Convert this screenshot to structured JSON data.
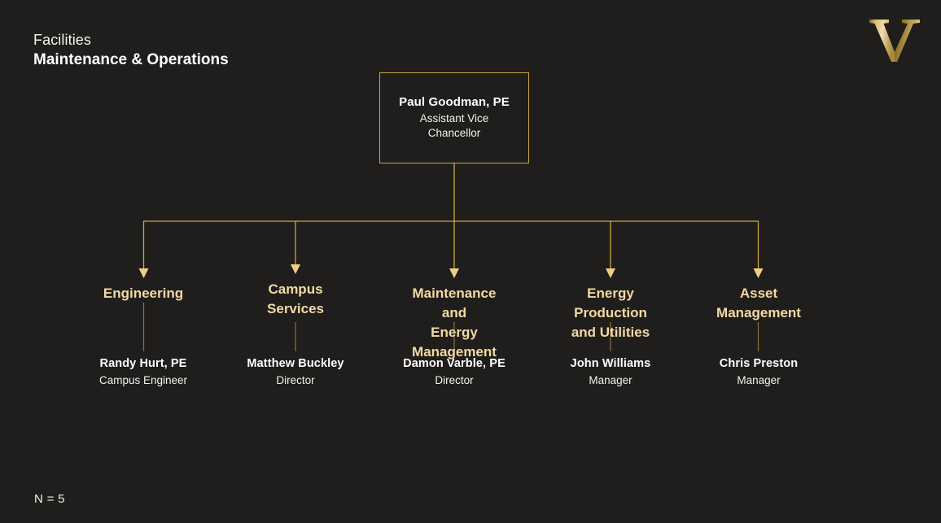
{
  "header": {
    "eyebrow": "Facilities",
    "title": "Maintenance & Operations"
  },
  "logo": {
    "name": "vanderbilt-v-logo",
    "letter": "V",
    "gradient_light": "#e8cf93",
    "gradient_mid": "#b8933f",
    "gradient_dark": "#6d5520"
  },
  "colors": {
    "background": "#1f1e1c",
    "connector": "#c9a646",
    "accent_gold": "#f3d9a4",
    "border_gold": "#c9a646",
    "text_white": "#ffffff"
  },
  "root": {
    "name": "Paul Goodman, PE",
    "title_line1": "Assistant Vice",
    "title_line2": "Chancellor"
  },
  "departments": [
    {
      "id": "engineering",
      "head_line1": "Engineering",
      "head_line2": "",
      "person_name": "Randy Hurt, PE",
      "person_title": "Campus Engineer"
    },
    {
      "id": "campus-services",
      "head_line1": "Campus",
      "head_line2": "Services",
      "person_name": "Matthew Buckley",
      "person_title": "Director"
    },
    {
      "id": "maintenance-and-energy-management",
      "head_line1": "Maintenance and",
      "head_line2": "Energy Management",
      "person_name": "Damon Varble, PE",
      "person_title": "Director"
    },
    {
      "id": "energy-production-and-utilities",
      "head_line1": "Energy Production",
      "head_line2": "and Utilities",
      "person_name": "John Williams",
      "person_title": "Manager"
    },
    {
      "id": "asset-management",
      "head_line1": "Asset",
      "head_line2": "Management",
      "person_name": "Chris Preston",
      "person_title": "Manager"
    }
  ],
  "footer": {
    "count_label": "N = 5"
  }
}
